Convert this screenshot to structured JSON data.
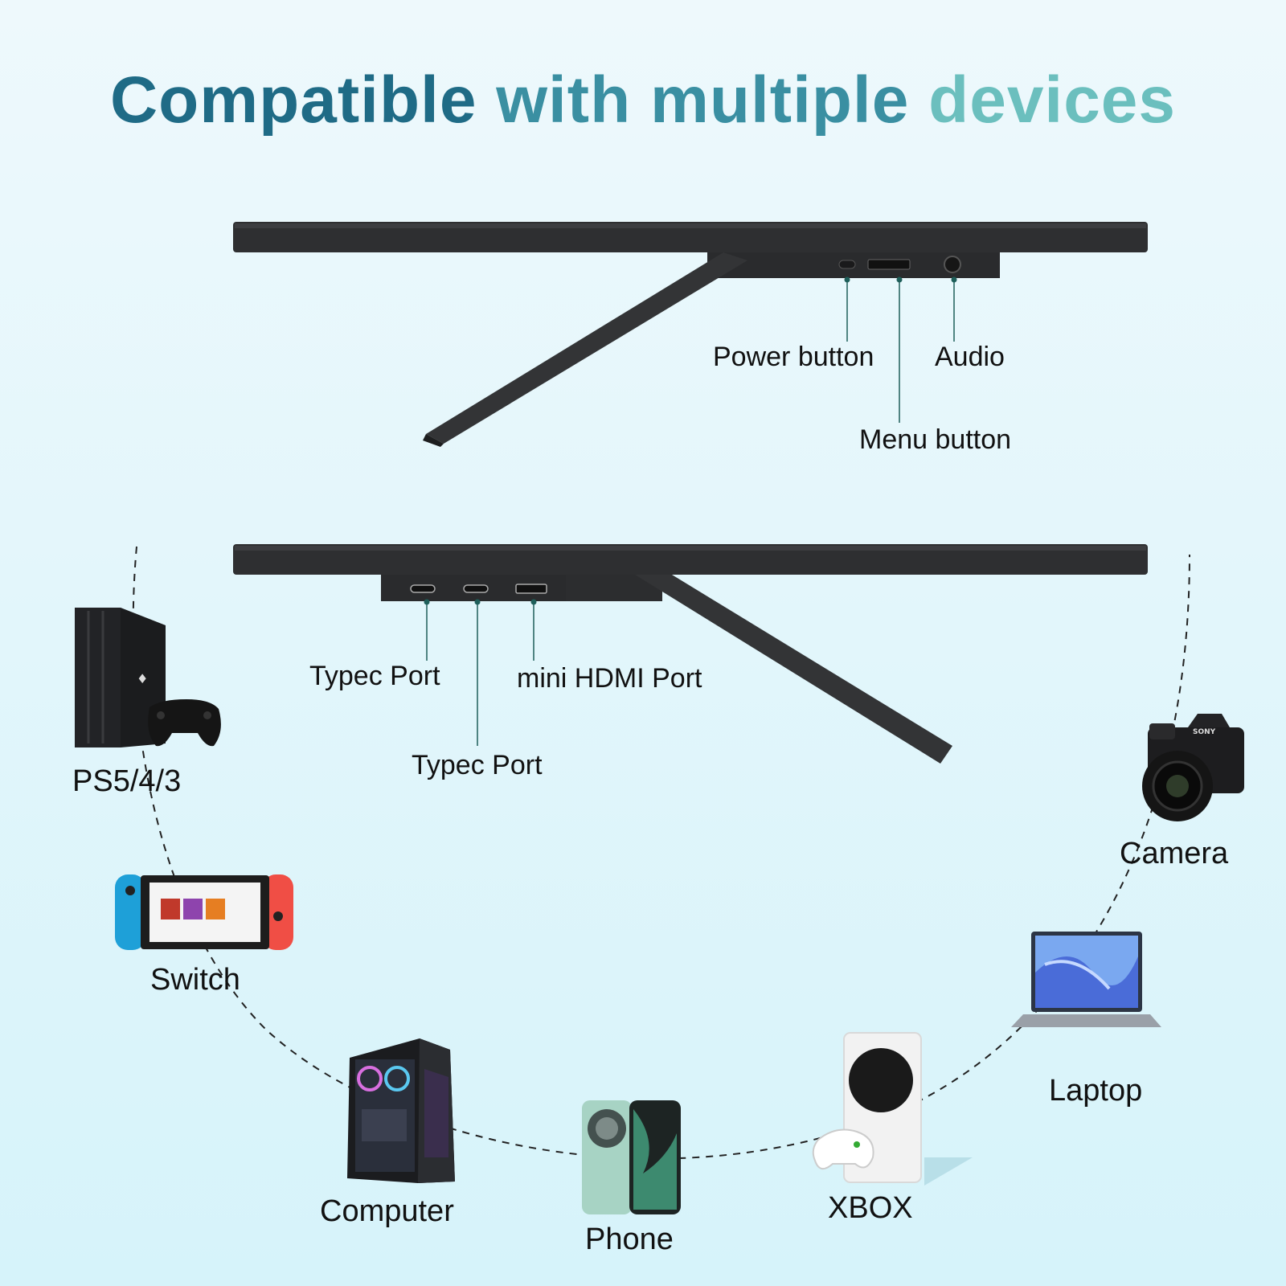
{
  "title": {
    "part1": "Compatible",
    "part2": "with multiple",
    "part3": "devices",
    "colors": [
      "#1f6b86",
      "#3a8fa2",
      "#6bbfbe"
    ]
  },
  "top_view": {
    "labels": {
      "power": "Power button",
      "audio": "Audio",
      "menu": "Menu button"
    }
  },
  "bottom_view": {
    "labels": {
      "typec1": "Typec Port",
      "hdmi": "mini HDMI Port",
      "typec2": "Typec Port"
    }
  },
  "devices": {
    "ps": "PS5/4/3",
    "switch": "Switch",
    "computer": "Computer",
    "phone": "Phone",
    "xbox": "XBOX",
    "laptop": "Laptop",
    "camera": "Camera"
  },
  "colors": {
    "callout": "#1e5f5a",
    "monitor": "#2e2f31",
    "dash": "#222222"
  }
}
